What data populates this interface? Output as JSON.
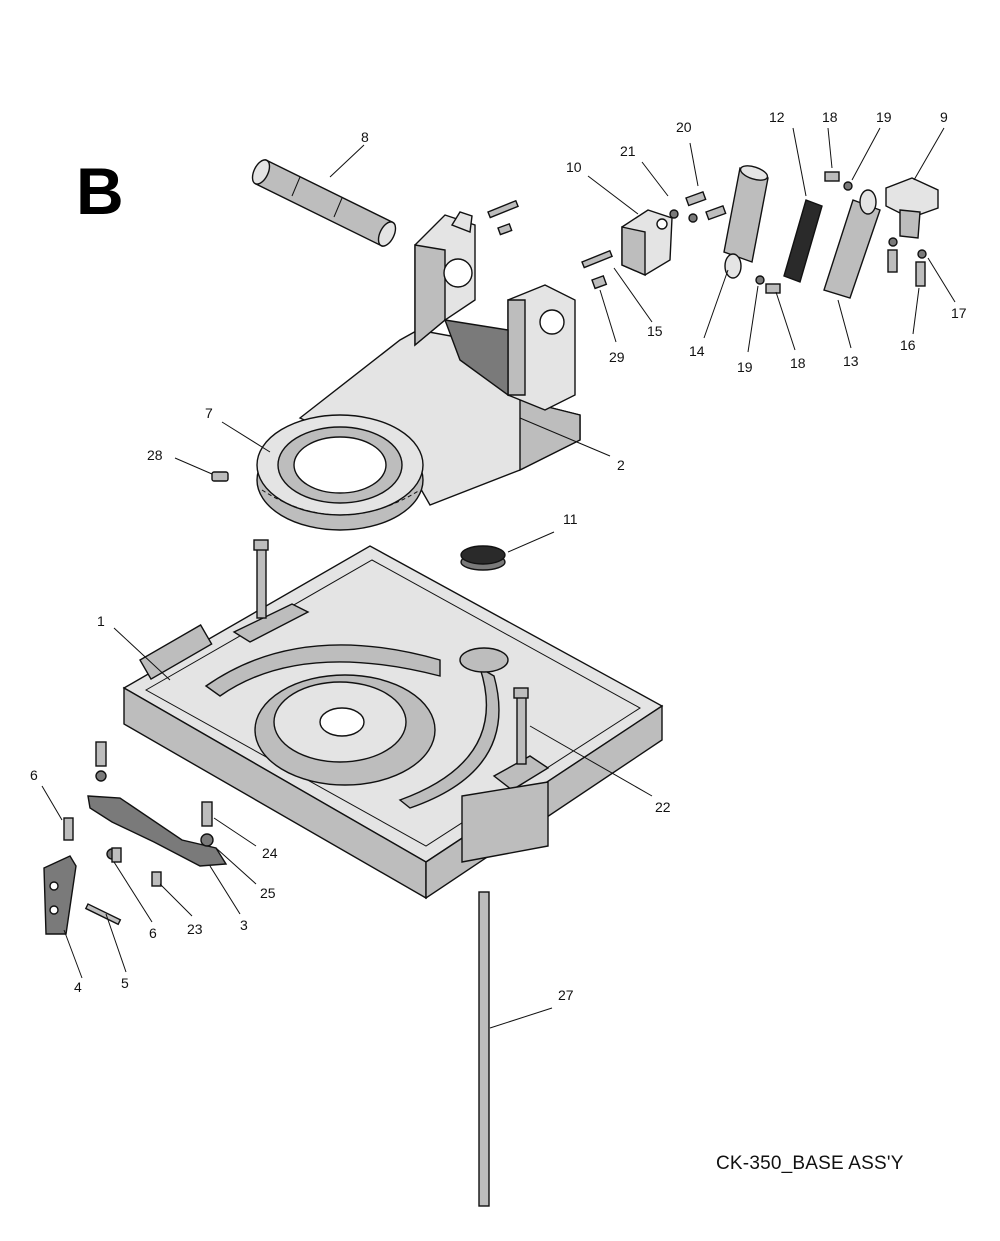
{
  "section_letter": "B",
  "caption": "CK-350_BASE ASS'Y",
  "callouts": [
    {
      "id": "c8",
      "label": "8"
    },
    {
      "id": "c10",
      "label": "10"
    },
    {
      "id": "c21",
      "label": "21"
    },
    {
      "id": "c20",
      "label": "20"
    },
    {
      "id": "c12",
      "label": "12"
    },
    {
      "id": "c18a",
      "label": "18"
    },
    {
      "id": "c19a",
      "label": "19"
    },
    {
      "id": "c9",
      "label": "9"
    },
    {
      "id": "c17",
      "label": "17"
    },
    {
      "id": "c16",
      "label": "16"
    },
    {
      "id": "c13",
      "label": "13"
    },
    {
      "id": "c18b",
      "label": "18"
    },
    {
      "id": "c19b",
      "label": "19"
    },
    {
      "id": "c14",
      "label": "14"
    },
    {
      "id": "c15",
      "label": "15"
    },
    {
      "id": "c29",
      "label": "29"
    },
    {
      "id": "c7",
      "label": "7"
    },
    {
      "id": "c28",
      "label": "28"
    },
    {
      "id": "c2",
      "label": "2"
    },
    {
      "id": "c11",
      "label": "11"
    },
    {
      "id": "c1",
      "label": "1"
    },
    {
      "id": "c22",
      "label": "22"
    },
    {
      "id": "c6a",
      "label": "6"
    },
    {
      "id": "c24",
      "label": "24"
    },
    {
      "id": "c25",
      "label": "25"
    },
    {
      "id": "c6b",
      "label": "6"
    },
    {
      "id": "c23",
      "label": "23"
    },
    {
      "id": "c3",
      "label": "3"
    },
    {
      "id": "c4",
      "label": "4"
    },
    {
      "id": "c5",
      "label": "5"
    },
    {
      "id": "c27",
      "label": "27"
    }
  ]
}
